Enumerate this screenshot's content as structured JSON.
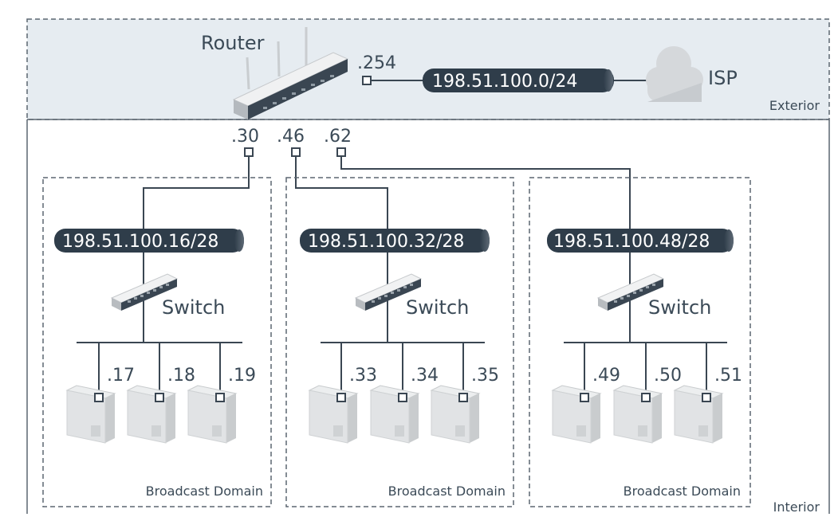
{
  "zones": {
    "exterior_label": "Exterior",
    "interior_label": "Interior"
  },
  "router": {
    "label": "Router",
    "wan_port_label": ".254",
    "lan_ports": [
      ".30",
      ".46",
      ".62"
    ]
  },
  "isp": {
    "label": "ISP",
    "network": "198.51.100.0/24"
  },
  "domains": [
    {
      "label": "Broadcast Domain",
      "network": "198.51.100.16/28",
      "switch_label": "Switch",
      "hosts": [
        ".17",
        ".18",
        ".19"
      ]
    },
    {
      "label": "Broadcast Domain",
      "network": "198.51.100.32/28",
      "switch_label": "Switch",
      "hosts": [
        ".33",
        ".34",
        ".35"
      ]
    },
    {
      "label": "Broadcast Domain",
      "network": "198.51.100.48/28",
      "switch_label": "Switch",
      "hosts": [
        ".49",
        ".50",
        ".51"
      ]
    }
  ],
  "colors": {
    "line": "#3a4652",
    "pill": "#2f3d4a",
    "exterior_fill": "#e6ecf1",
    "device": "#d9dbdd"
  }
}
